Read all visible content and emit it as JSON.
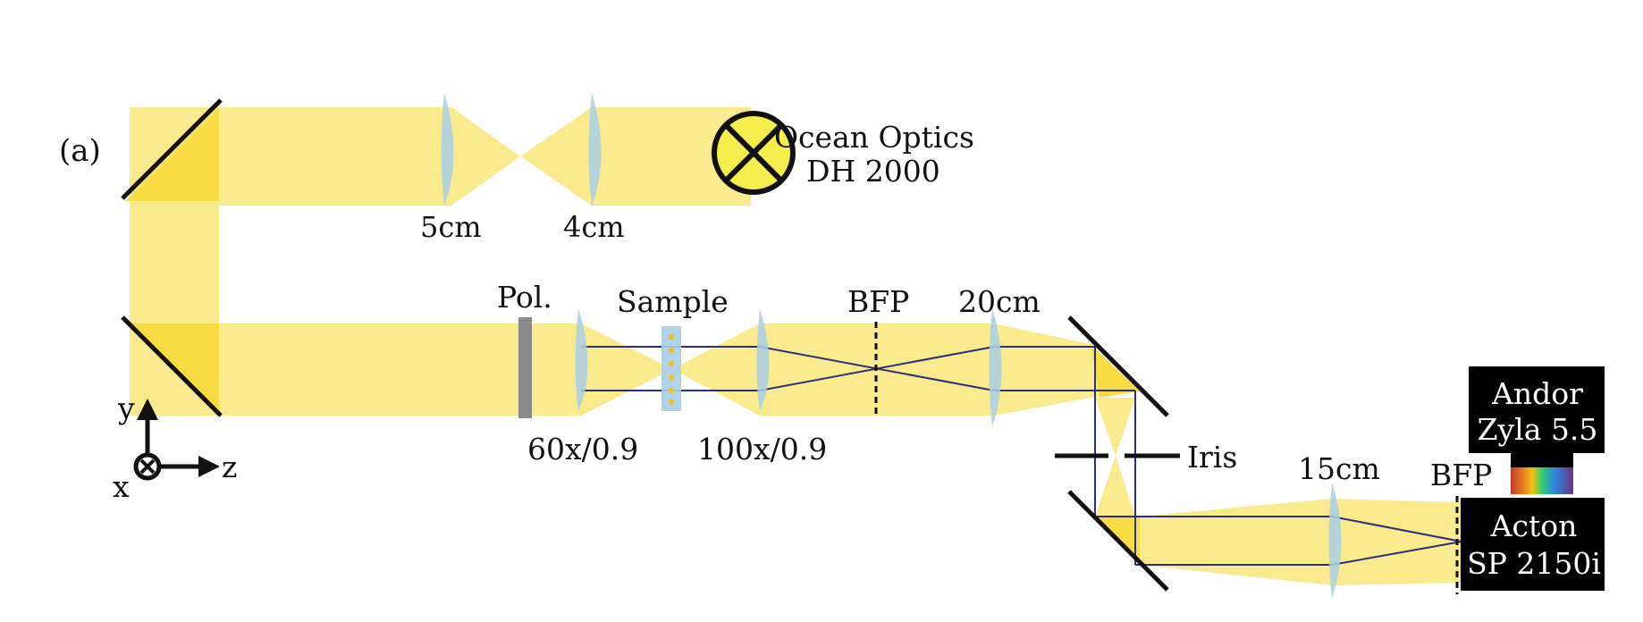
{
  "panel_label": "(a)",
  "colors": {
    "beam": "#f9ea8e",
    "beam_dark": "#f7dc45",
    "lens": "#a9cfe6",
    "ray": "#2b2f7a",
    "mirror": "#111111",
    "polarizer": "#8a8a8a",
    "lamp_fill": "#f4ee4d",
    "box": "#000000",
    "particle": "#f2c21b"
  },
  "source": {
    "name": "Ocean Optics",
    "model": "DH 2000",
    "icon": "lamp-cross-icon"
  },
  "lenses": {
    "telescope_1": "5cm",
    "telescope_2": "4cm",
    "objective_in": "60x/0.9",
    "objective_out": "100x/0.9",
    "tube_lens": "20cm",
    "spectro_lens": "15cm"
  },
  "elements": {
    "polarizer": "Pol.",
    "sample": "Sample",
    "bfp_1": "BFP",
    "bfp_2": "BFP",
    "iris": "Iris"
  },
  "camera": {
    "line1": "Andor",
    "line2": "Zyla 5.5"
  },
  "spectrometer": {
    "line1": "Acton",
    "line2": "SP 2150i"
  },
  "axes": {
    "y": "y",
    "x": "x",
    "z": "z"
  }
}
